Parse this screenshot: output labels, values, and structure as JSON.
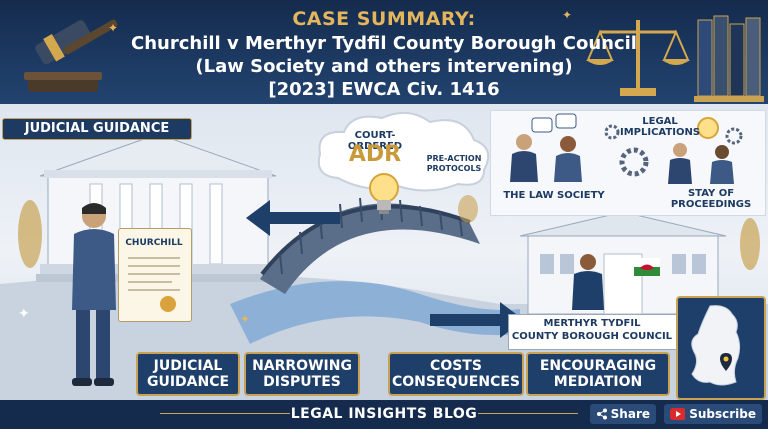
{
  "header": {
    "kicker": "CASE SUMMARY:",
    "title_line1": "Churchill v Merthyr Tydfil County Borough Council",
    "title_line2": "(Law Society and others intervening)",
    "title_line3": "[2023] EWCA Civ. 1416"
  },
  "left_banner": "JUDICIAL GUIDANCE",
  "scroll_text": "CHURCHILL",
  "bubble": {
    "line1": "COURT-ORDERED",
    "line2": "ADR",
    "side1": "PRE-ACTION",
    "side2": "PROTOCOLS"
  },
  "right_labels": {
    "legal1": "LEGAL",
    "legal2": "IMPLICATIONS",
    "law_society": "THE LAW SOCIETY",
    "stay1": "STAY OF",
    "stay2": "PROCEEDINGS",
    "council1": "MERTHYR TYDFIL",
    "council2": "COUNTY BOROUGH COUNCIL"
  },
  "cards": [
    {
      "line1": "JUDICIAL",
      "line2": "GUIDANCE"
    },
    {
      "line1": "NARROWING",
      "line2": "DISPUTES"
    },
    {
      "line1": "COSTS",
      "line2": "CONSEQUENCES"
    },
    {
      "line1": "ENCOURAGING",
      "line2": "MEDIATION"
    }
  ],
  "footer": {
    "blog": "LEGAL INSIGHTS BLOG",
    "share": "Share",
    "subscribe": "Subscribe"
  },
  "icons": [
    "gavel-icon",
    "scales-icon",
    "books-icon",
    "lightbulb-icon",
    "gear-icon",
    "chat-bubble-icon",
    "share-icon",
    "play-icon",
    "wales-map-icon",
    "location-pin-icon",
    "welsh-flag-icon"
  ],
  "colors": {
    "navy": "#1d3a63",
    "gold": "#c9a253",
    "youtube_red": "#d92b2b"
  }
}
